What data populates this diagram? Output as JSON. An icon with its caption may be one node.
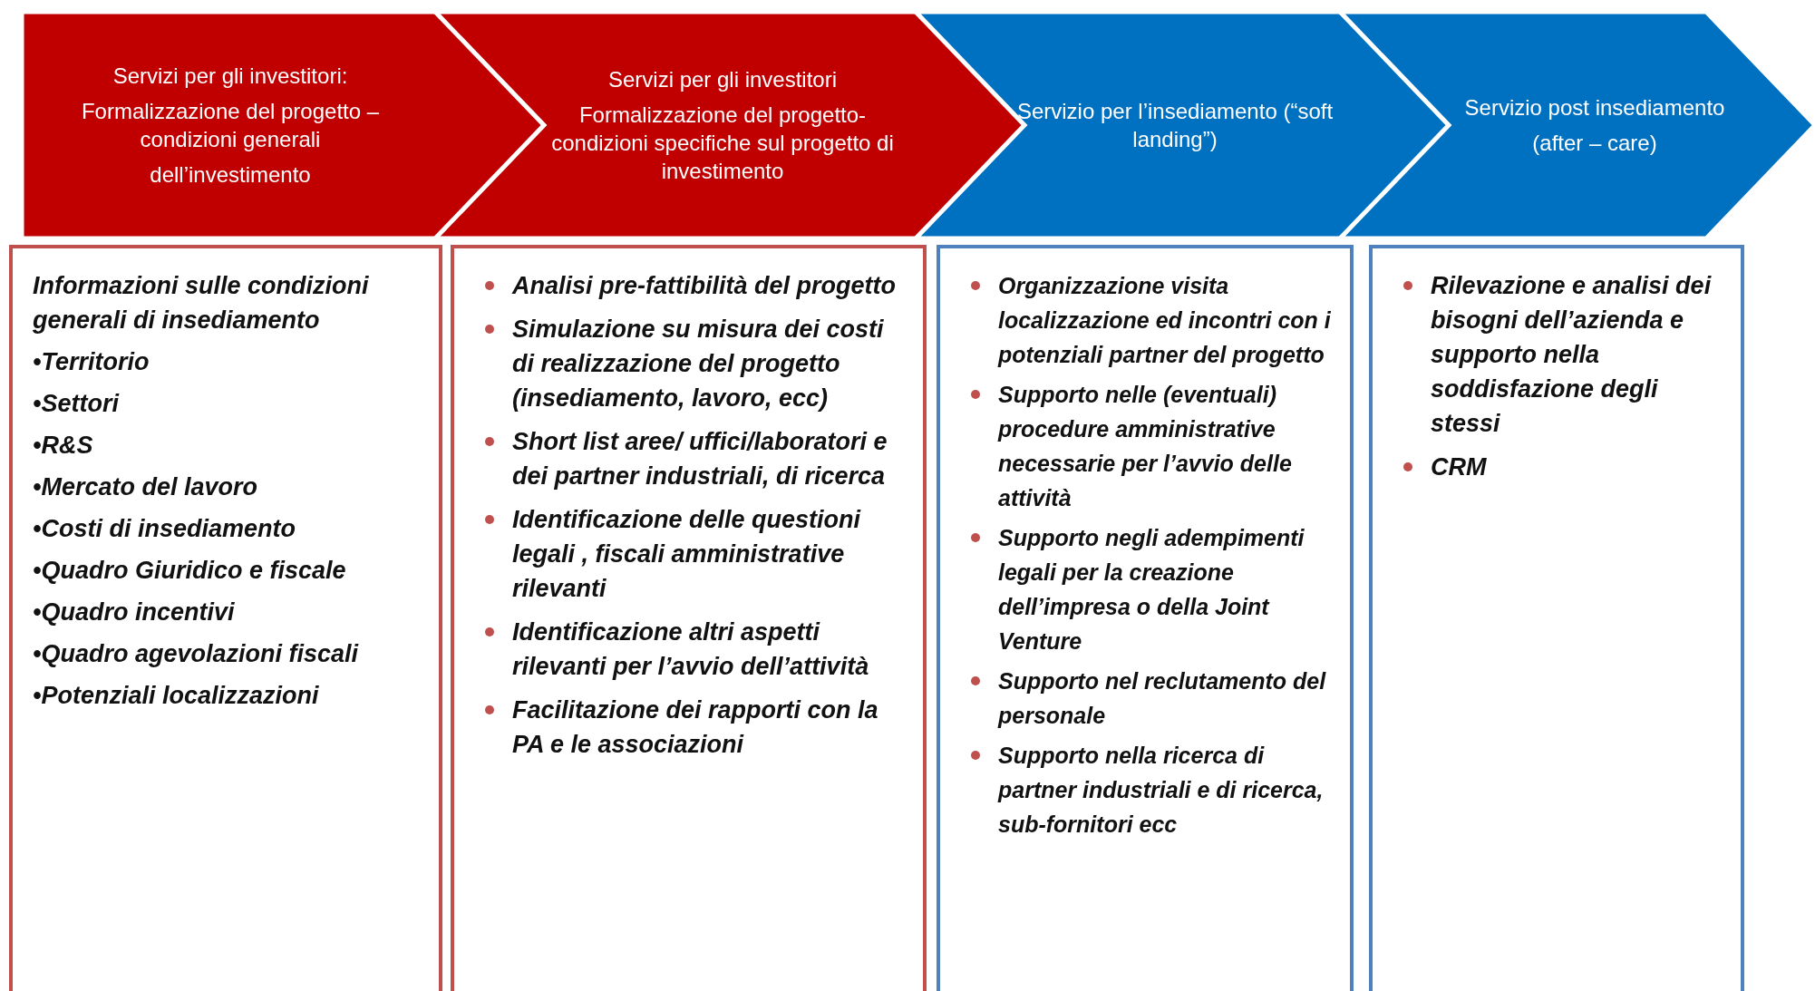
{
  "diagram": {
    "nodes": [
      {
        "text": [
          "Servizi per gli investitori:",
          "Formalizzazione del progetto – condizioni generali",
          "dell’investimento"
        ]
      },
      {
        "text": [
          "Servizi per gli investitori",
          "Formalizzazione del progetto- condizioni specifiche sul progetto di investimento"
        ]
      },
      {
        "text": [
          "Servizio per l’insediamento (“soft landing”)"
        ]
      },
      {
        "text": [
          "Servizio post insediamento",
          "(after – care)"
        ]
      },
      {
        "text": [
          "Informazioni sulle condizioni generali di insediamento",
          "•Territorio",
          "•Settori",
          "•R&S",
          "•Mercato del lavoro",
          "•Costi di insediamento",
          "•Quadro Giuridico e fiscale",
          "•Quadro incentivi",
          "•Quadro agevolazioni fiscali",
          "•Potenziali localizzazioni"
        ]
      },
      {
        "text": [
          "Analisi pre-fattibilità del progetto",
          "Simulazione su misura dei costi di realizzazione del progetto (insediamento, lavoro, ecc)",
          "Short list aree/ uffici/laboratori e dei partner industriali, di ricerca",
          "Identificazione delle questioni legali , fiscali amministrative rilevanti",
          "Identificazione altri aspetti rilevanti per l’avvio dell’attività",
          "Facilitazione dei rapporti con la PA e le associazioni"
        ]
      },
      {
        "text": [
          "Organizzazione visita localizzazione ed incontri con i potenziali partner del progetto",
          "Supporto nelle (eventuali) procedure amministrative necessarie per l’avvio delle attività",
          "Supporto negli adempimenti legali per la creazione dell’impresa o della Joint Venture",
          "Supporto nel reclutamento del personale",
          "Supporto nella ricerca di partner industriali e di ricerca, sub-fornitori ecc"
        ]
      },
      {
        "text": [
          "Rilevazione e analisi dei bisogni dell’azienda e supporto nella soddisfazione degli stessi",
          "CRM"
        ]
      }
    ]
  }
}
